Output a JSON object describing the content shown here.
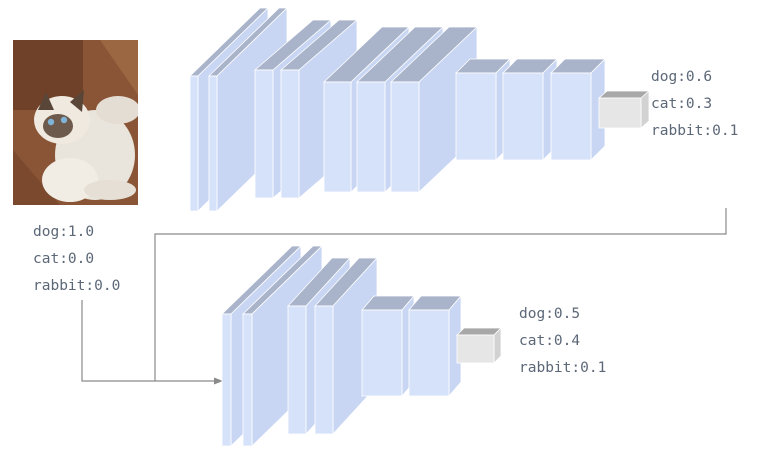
{
  "input_image": {
    "subject": "cat photo"
  },
  "ground_truth_labels": [
    "dog:1.0",
    "cat:0.0",
    "rabbit:0.0"
  ],
  "teacher_network": {
    "output_labels": [
      "dog:0.6",
      "cat:0.3",
      "rabbit:0.1"
    ]
  },
  "student_network": {
    "output_labels": [
      "dog:0.5",
      "cat:0.4",
      "rabbit:0.1"
    ]
  },
  "colors": {
    "layer_front": "#d6e2fa",
    "layer_side": "#c8d6f4",
    "layer_top": "#a9b4cb",
    "output_front": "#e6e6e6",
    "output_side": "#d2d2d2",
    "output_top": "#a8a8a8",
    "connector": "#8a8a8a",
    "label_text": "#5c6878"
  }
}
